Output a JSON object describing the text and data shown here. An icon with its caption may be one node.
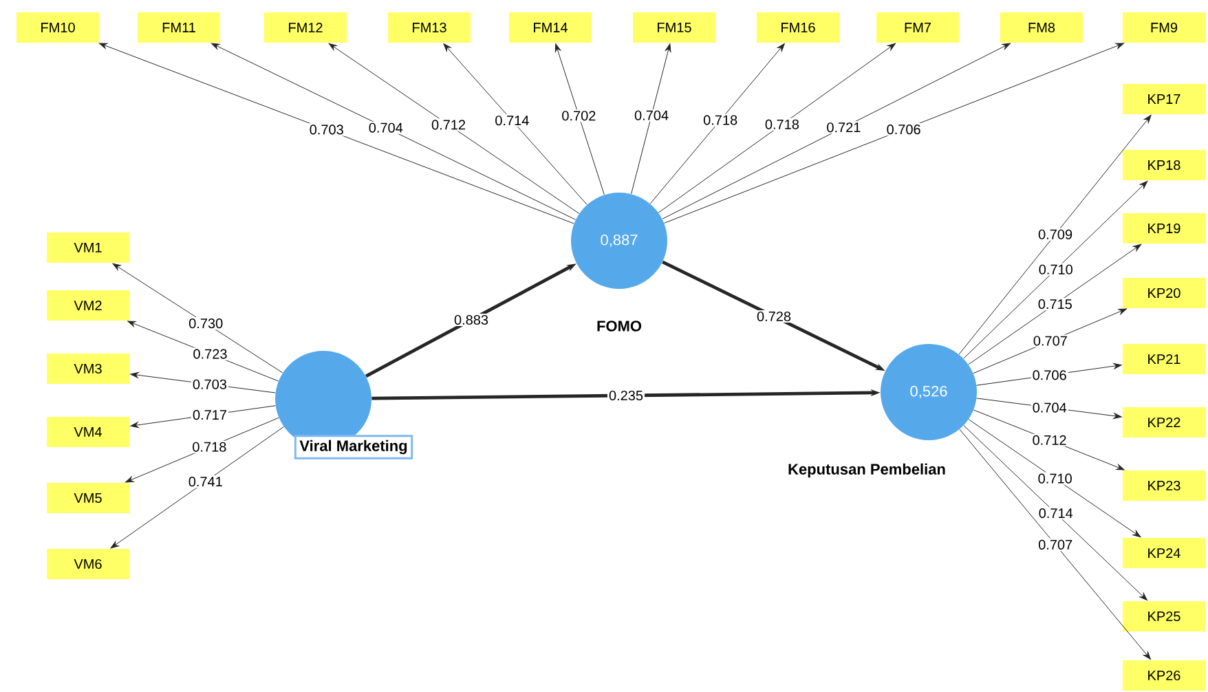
{
  "diagram": {
    "nodes": [
      {
        "text": [
          "Viral Marketing"
        ]
      },
      {
        "text": [
          "0,887",
          "FOMO"
        ]
      },
      {
        "text": [
          "0,526",
          "Keputusan Pembelian"
        ]
      },
      {
        "text": [
          "VM1"
        ]
      },
      {
        "text": [
          "VM2"
        ]
      },
      {
        "text": [
          "VM3"
        ]
      },
      {
        "text": [
          "VM4"
        ]
      },
      {
        "text": [
          "VM5"
        ]
      },
      {
        "text": [
          "VM6"
        ]
      },
      {
        "text": [
          "FM10"
        ]
      },
      {
        "text": [
          "FM11"
        ]
      },
      {
        "text": [
          "FM12"
        ]
      },
      {
        "text": [
          "FM13"
        ]
      },
      {
        "text": [
          "FM14"
        ]
      },
      {
        "text": [
          "FM15"
        ]
      },
      {
        "text": [
          "FM16"
        ]
      },
      {
        "text": [
          "FM7"
        ]
      },
      {
        "text": [
          "FM8"
        ]
      },
      {
        "text": [
          "FM9"
        ]
      },
      {
        "text": [
          "KP17"
        ]
      },
      {
        "text": [
          "KP18"
        ]
      },
      {
        "text": [
          "KP19"
        ]
      },
      {
        "text": [
          "KP20"
        ]
      },
      {
        "text": [
          "KP21"
        ]
      },
      {
        "text": [
          "KP22"
        ]
      },
      {
        "text": [
          "KP23"
        ]
      },
      {
        "text": [
          "KP24"
        ]
      },
      {
        "text": [
          "KP25"
        ]
      },
      {
        "text": [
          "KP26"
        ]
      }
    ],
    "edges": [
      {
        "from": 0,
        "to": 3,
        "arrow": "to",
        "label": "0.730"
      },
      {
        "from": 0,
        "to": 4,
        "arrow": "to",
        "label": "0.723"
      },
      {
        "from": 0,
        "to": 5,
        "arrow": "to",
        "label": "0.703"
      },
      {
        "from": 0,
        "to": 6,
        "arrow": "to",
        "label": "0.717"
      },
      {
        "from": 0,
        "to": 7,
        "arrow": "to",
        "label": "0.718"
      },
      {
        "from": 0,
        "to": 8,
        "arrow": "to",
        "label": "0.741"
      },
      {
        "from": 1,
        "to": 9,
        "arrow": "to",
        "label": "0.703"
      },
      {
        "from": 1,
        "to": 10,
        "arrow": "to",
        "label": "0.704"
      },
      {
        "from": 1,
        "to": 11,
        "arrow": "to",
        "label": "0.712"
      },
      {
        "from": 1,
        "to": 12,
        "arrow": "to",
        "label": "0.714"
      },
      {
        "from": 1,
        "to": 13,
        "arrow": "to",
        "label": "0.702"
      },
      {
        "from": 1,
        "to": 14,
        "arrow": "to",
        "label": "0.704"
      },
      {
        "from": 1,
        "to": 15,
        "arrow": "to",
        "label": "0.718"
      },
      {
        "from": 1,
        "to": 16,
        "arrow": "to",
        "label": "0.718"
      },
      {
        "from": 1,
        "to": 17,
        "arrow": "to",
        "label": "0.721"
      },
      {
        "from": 1,
        "to": 18,
        "arrow": "to",
        "label": "0.706"
      },
      {
        "from": 2,
        "to": 19,
        "arrow": "to",
        "label": "0.709"
      },
      {
        "from": 2,
        "to": 20,
        "arrow": "to",
        "label": "0.710"
      },
      {
        "from": 2,
        "to": 21,
        "arrow": "to",
        "label": "0.715"
      },
      {
        "from": 2,
        "to": 22,
        "arrow": "to",
        "label": "0.707"
      },
      {
        "from": 2,
        "to": 23,
        "arrow": "to",
        "label": "0.706"
      },
      {
        "from": 2,
        "to": 24,
        "arrow": "to",
        "label": "0.704"
      },
      {
        "from": 2,
        "to": 25,
        "arrow": "to",
        "label": "0.712"
      },
      {
        "from": 2,
        "to": 26,
        "arrow": "to",
        "label": "0.710"
      },
      {
        "from": 2,
        "to": 27,
        "arrow": "to",
        "label": "0.714"
      },
      {
        "from": 2,
        "to": 28,
        "arrow": "to",
        "label": "0.707"
      },
      {
        "from": 0,
        "to": 1,
        "arrow": "to",
        "label": "0.883",
        "style": "thick"
      },
      {
        "from": 1,
        "to": 2,
        "arrow": "to",
        "label": "0.728",
        "style": "thick"
      },
      {
        "from": 0,
        "to": 2,
        "arrow": "to",
        "label": "0.235",
        "style": "thick"
      }
    ]
  }
}
